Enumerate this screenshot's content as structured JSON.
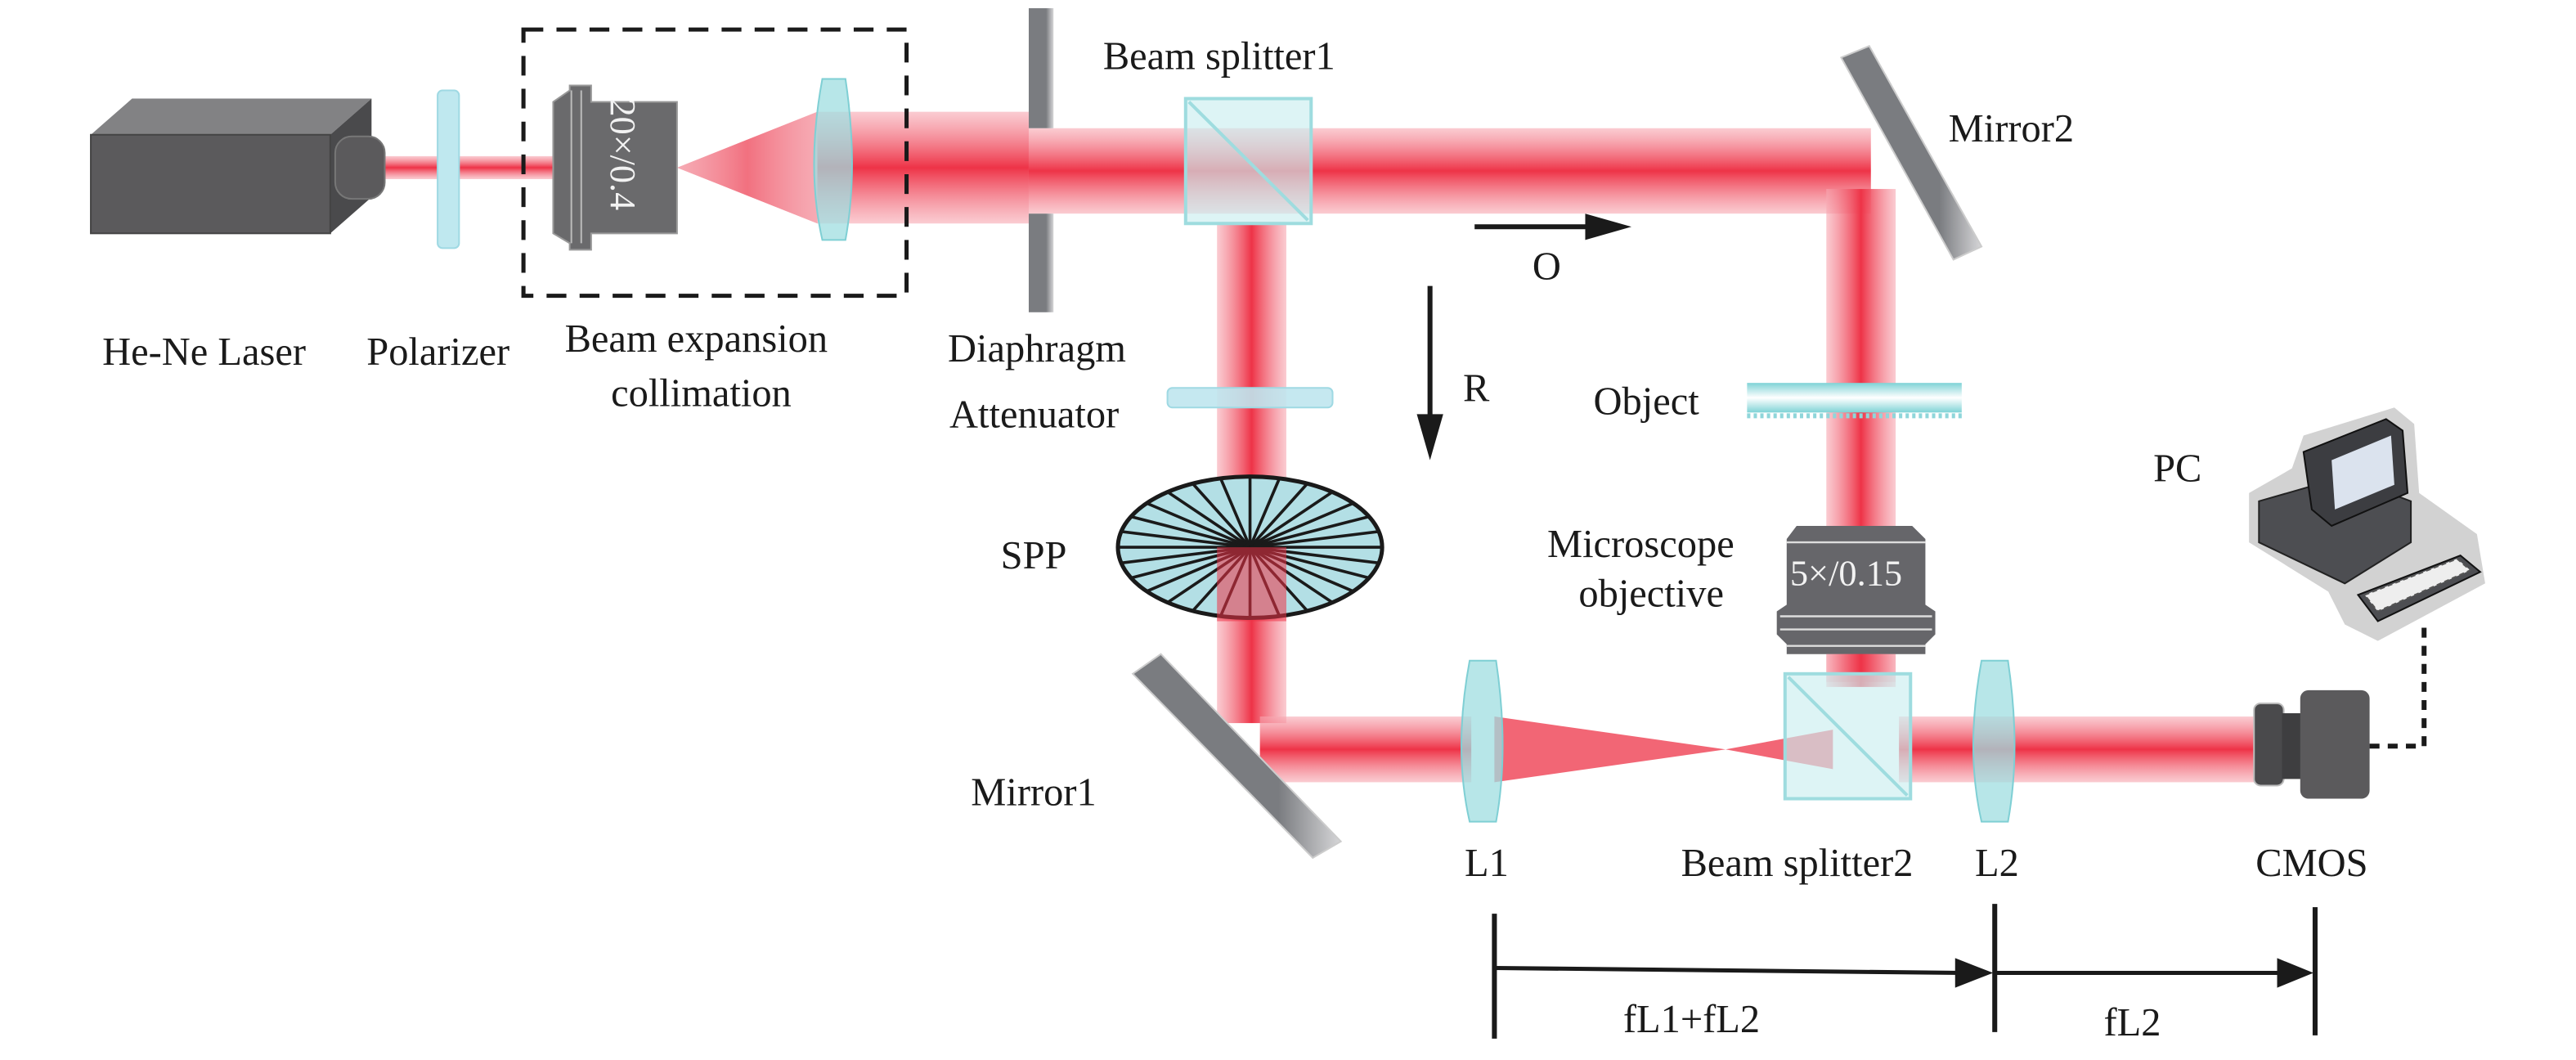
{
  "figure": {
    "title": "Optical setup: off-axis digital holography with spiral phase plate",
    "colors": {
      "beam": "#ee3347",
      "beam_edge": "#f7a9b3",
      "glass": "#bfe8ea",
      "glass_edge": "#8fd6da",
      "metal": "#5c5c5e",
      "metal_light": "#8a8c90",
      "ink": "#1a1a1a"
    }
  },
  "components": {
    "laser": "He-Ne Laser",
    "polarizer": "Polarizer",
    "beam_expansion_line1": "Beam expansion",
    "beam_expansion_line2": "collimation",
    "expander_objective_mark": "20×/0.4",
    "diaphragm": "Diaphragm",
    "beam_splitter1": "Beam splitter1",
    "mirror2": "Mirror2",
    "attenuator": "Attenuator",
    "object": "Object",
    "spp": "SPP",
    "microscope_line1": "Microscope",
    "microscope_line2": "objective",
    "microscope_mark": "5×/0.15",
    "mirror1": "Mirror1",
    "l1": "L1",
    "beam_splitter2": "Beam splitter2",
    "l2": "L2",
    "cmos": "CMOS",
    "pc": "PC"
  },
  "arrows": {
    "object_beam": "O",
    "reference_beam": "R"
  },
  "dimensions": {
    "span1": "fL1+fL2",
    "span2": "fL2"
  }
}
